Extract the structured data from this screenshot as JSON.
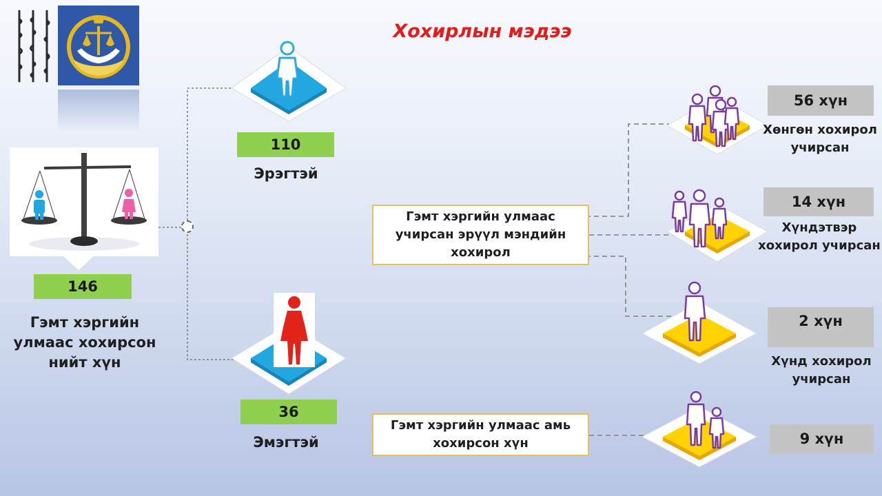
{
  "title": "Хохирлын мэдээ",
  "colors": {
    "title": "#e31b1b",
    "green_bar": "#8fd14f",
    "gray_box": "#c4c4c4",
    "platform_blue": "#22a7e0",
    "platform_yellow": "#ffd200",
    "people_purple": "#7a3aa0",
    "man_blue": "#2aa8e0",
    "woman_red": "#e2231a",
    "box_border": "#e9c15b"
  },
  "total": {
    "value": "146",
    "label_lines": [
      "Гэмт хэргийн",
      "улмаас хохирсон",
      "нийт хүн"
    ]
  },
  "male": {
    "value": "110",
    "label": "Эрэгтэй",
    "icon": "man-icon"
  },
  "female": {
    "value": "36",
    "label": "Эмэгтэй",
    "icon": "woman-icon"
  },
  "health_box": {
    "lines": [
      "Гэмт хэргийн улмаас",
      "учирсан эрүүл мэндийн",
      "хохирол"
    ]
  },
  "death_box": {
    "lines": [
      "Гэмт хэргийн улмаас амь",
      "хохирсон хүн"
    ]
  },
  "injuries": [
    {
      "count": "56 хүн",
      "label_lines": [
        "Хөнгөн хохирол",
        "учирсан"
      ]
    },
    {
      "count": "14 хүн",
      "label_lines": [
        "Хүндэтвэр",
        "хохирол учирсан"
      ]
    },
    {
      "count": "2 хүн",
      "label_lines": [
        "Хүнд хохирол",
        "учирсан"
      ]
    }
  ],
  "deaths": {
    "count": "9 хүн"
  },
  "icons": [
    "emblem-icon",
    "mongolian-script-icon",
    "balance-scale-icon",
    "people-group-icon",
    "person-icon"
  ]
}
